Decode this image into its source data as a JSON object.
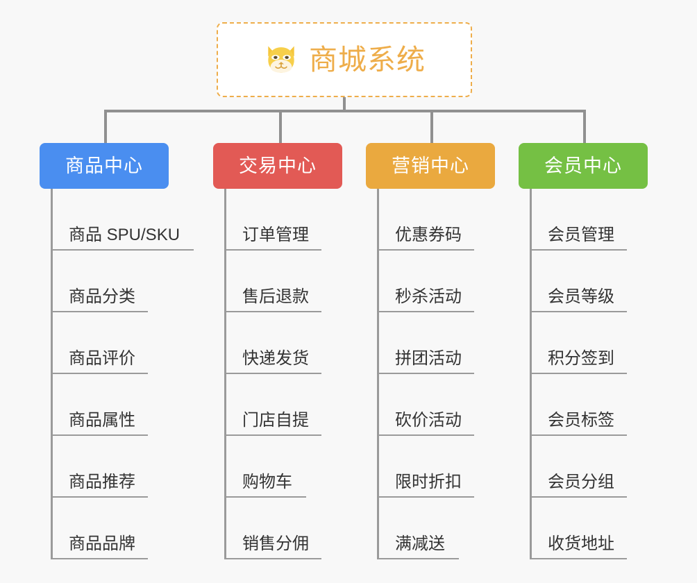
{
  "diagram": {
    "background_color": "#f8f8f8",
    "connector_color": "#909090",
    "root": {
      "title": "商城系统",
      "icon": "shiba-dog-face-icon",
      "text_color": "#eead4a",
      "border_color": "#eead4a",
      "background_color": "#ffffff"
    },
    "branches": [
      {
        "label": "商品中心",
        "color": "#4a8ef0",
        "items": [
          "商品 SPU/SKU",
          "商品分类",
          "商品评价",
          "商品属性",
          "商品推荐",
          "商品品牌"
        ]
      },
      {
        "label": "交易中心",
        "color": "#e25a55",
        "items": [
          "订单管理",
          "售后退款",
          "快递发货",
          "门店自提",
          "购物车",
          "销售分佣"
        ]
      },
      {
        "label": "营销中心",
        "color": "#eaa93f",
        "items": [
          "优惠券码",
          "秒杀活动",
          "拼团活动",
          "砍价活动",
          "限时折扣",
          "满减送"
        ]
      },
      {
        "label": "会员中心",
        "color": "#75c044",
        "items": [
          "会员管理",
          "会员等级",
          "积分签到",
          "会员标签",
          "会员分组",
          "收货地址"
        ]
      }
    ]
  }
}
